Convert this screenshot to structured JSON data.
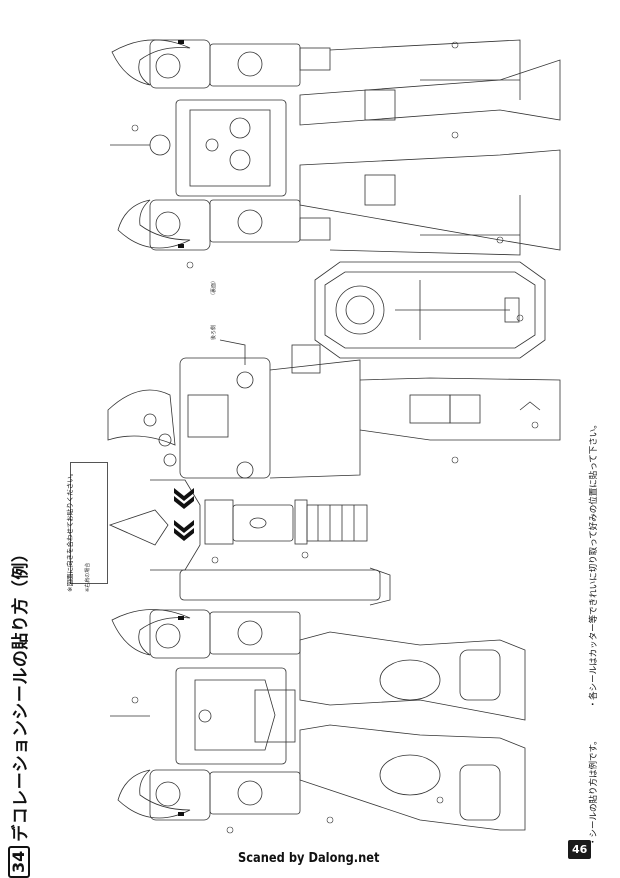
{
  "header": {
    "step_number": "34",
    "title": "デコレーションシールの貼り方（例）"
  },
  "notes": {
    "note1": "・シールの貼り方は例です。",
    "note2": "・各シールはカッター等できれいに切り取って好みの位置に貼って下さい。"
  },
  "callout": {
    "text": "※図面に向きを合わせてお貼りください。",
    "sub": "※右肩の場合"
  },
  "labels": {
    "back_view": "後ろ側",
    "shield_note": "（裏面）"
  },
  "footer": {
    "credit": "Scaned by Dalong.net",
    "page_number": "46"
  },
  "colors": {
    "ink": "#111111",
    "page_badge": "#1a1a1a"
  }
}
